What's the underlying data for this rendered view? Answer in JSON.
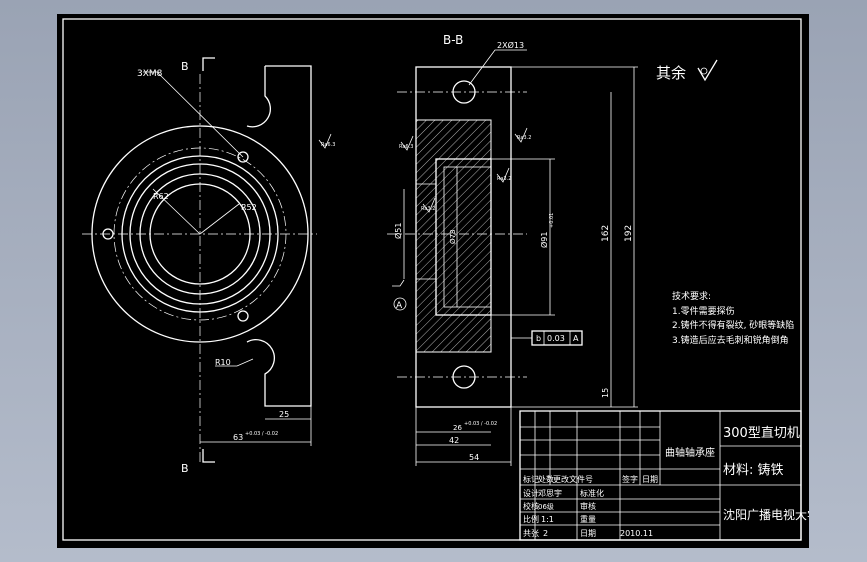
{
  "section_label": "B-B",
  "cut_mark": "B",
  "other_finish": "其余",
  "callouts": {
    "tap_holes": "3XM8",
    "bolt_holes": "2XØ13",
    "r62": "R62",
    "r52": "R52",
    "r10": "R10"
  },
  "dims": {
    "w25": "25",
    "d63": "63",
    "d63_tol": "+0.03 / -0.02",
    "d51": "Ø51",
    "d78": "Ø78",
    "d91": "Ø91",
    "d91_tol": "+0.01",
    "h162": "162",
    "h192": "192",
    "d15": "15",
    "d26": "26",
    "d26_tol": "+0.03 / -0.02",
    "w42": "42",
    "w54": "54"
  },
  "roughness": [
    "Ra6.3",
    "Ra6.3",
    "Ra3.2",
    "Ra3.2",
    "Ra3.2",
    "Ra6.3"
  ],
  "tolerance_frame": {
    "symbol": "b",
    "value": "0.03",
    "datum": "A"
  },
  "datum": "A",
  "notes": {
    "title": "技术要求:",
    "items": [
      "1.零件需要探伤",
      "2.铸件不得有裂纹, 砂眼等缺陷",
      "3.铸造后应去毛刺和锐角倒角"
    ]
  },
  "title_block": {
    "project": "300型直切机",
    "part_name": "曲轴轴承座",
    "material": "材料: 铸铁",
    "company": "沈阳广播电视大学",
    "header_row": [
      "标记",
      "处数",
      "更改文件号",
      "签字",
      "日期"
    ],
    "rows": [
      [
        "设计",
        "邓思宇",
        "标准化"
      ],
      [
        "校核",
        "06级",
        "审核"
      ],
      [
        "比例",
        "1:1",
        "重量"
      ],
      [
        "共张",
        "2",
        "日期",
        "2010.11"
      ]
    ]
  }
}
